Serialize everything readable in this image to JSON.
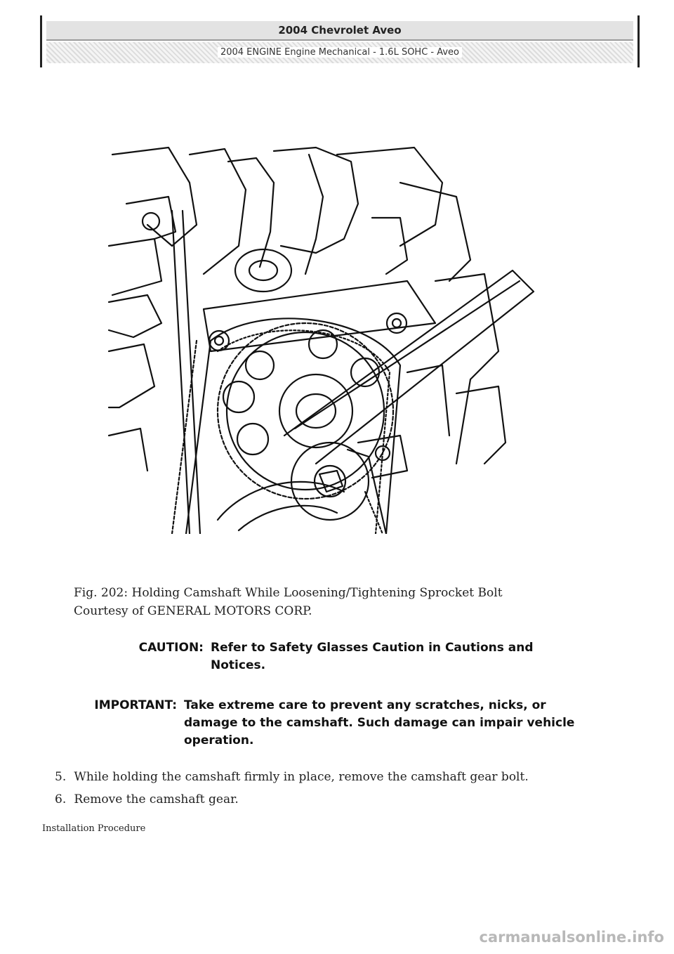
{
  "header": {
    "title": "2004 Chevrolet Aveo",
    "subtitle": "2004 ENGINE Engine Mechanical - 1.6L SOHC - Aveo"
  },
  "figure": {
    "caption": "Fig. 202: Holding Camshaft While Loosening/Tightening Sprocket Bolt",
    "courtesy": "Courtesy of GENERAL MOTORS CORP."
  },
  "notes": {
    "caution_label": "CAUTION:",
    "caution_line1": "Refer to Safety Glasses Caution in Cautions and",
    "caution_line2": "Notices.",
    "important_label": "IMPORTANT:",
    "important_line1": "Take extreme care to prevent any scratches, nicks, or",
    "important_line2": "damage to the camshaft. Such damage can impair vehicle",
    "important_line3": "operation."
  },
  "steps": [
    {
      "num": "5.",
      "text": "While holding the camshaft firmly in place, remove the camshaft gear bolt."
    },
    {
      "num": "6.",
      "text": "Remove the camshaft gear."
    }
  ],
  "section_heading": "Installation Procedure",
  "watermark": "carmanualsonline.info"
}
